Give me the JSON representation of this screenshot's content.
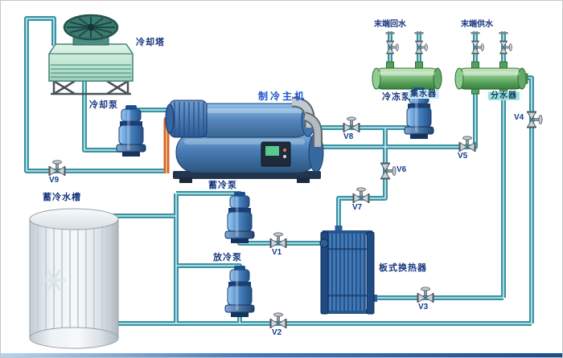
{
  "labels": {
    "cooling_tower": "冷却塔",
    "cooling_pump": "冷却泵",
    "chiller_main_unit": "制冷主机",
    "chilled_pump": "冷冻泵",
    "terminal_return": "末端回水",
    "terminal_supply": "末端供水",
    "water_collector": "集水器",
    "water_distributor": "分水器",
    "cold_storage_tank": "蓄冷水槽",
    "storage_pump": "蓄冷泵",
    "discharge_pump": "放冷泵",
    "plate_heat_exchanger": "板式换热器"
  },
  "valves": {
    "v1": "V1",
    "v2": "V2",
    "v3": "V3",
    "v4": "V4",
    "v5": "V5",
    "v6": "V6",
    "v7": "V7",
    "v8": "V8",
    "v9": "V9"
  },
  "colors": {
    "pipe": "#3a93a3",
    "pipe_highlight": "#c9ecf1",
    "condenser_pipe_orange": "#d4692f",
    "label_navy": "#15357e",
    "chiller_label_blue": "#1952cc",
    "equipment_blue": "#2e6da4",
    "header_green": "#57a05b",
    "tank_gray": "#dfe5e9"
  }
}
